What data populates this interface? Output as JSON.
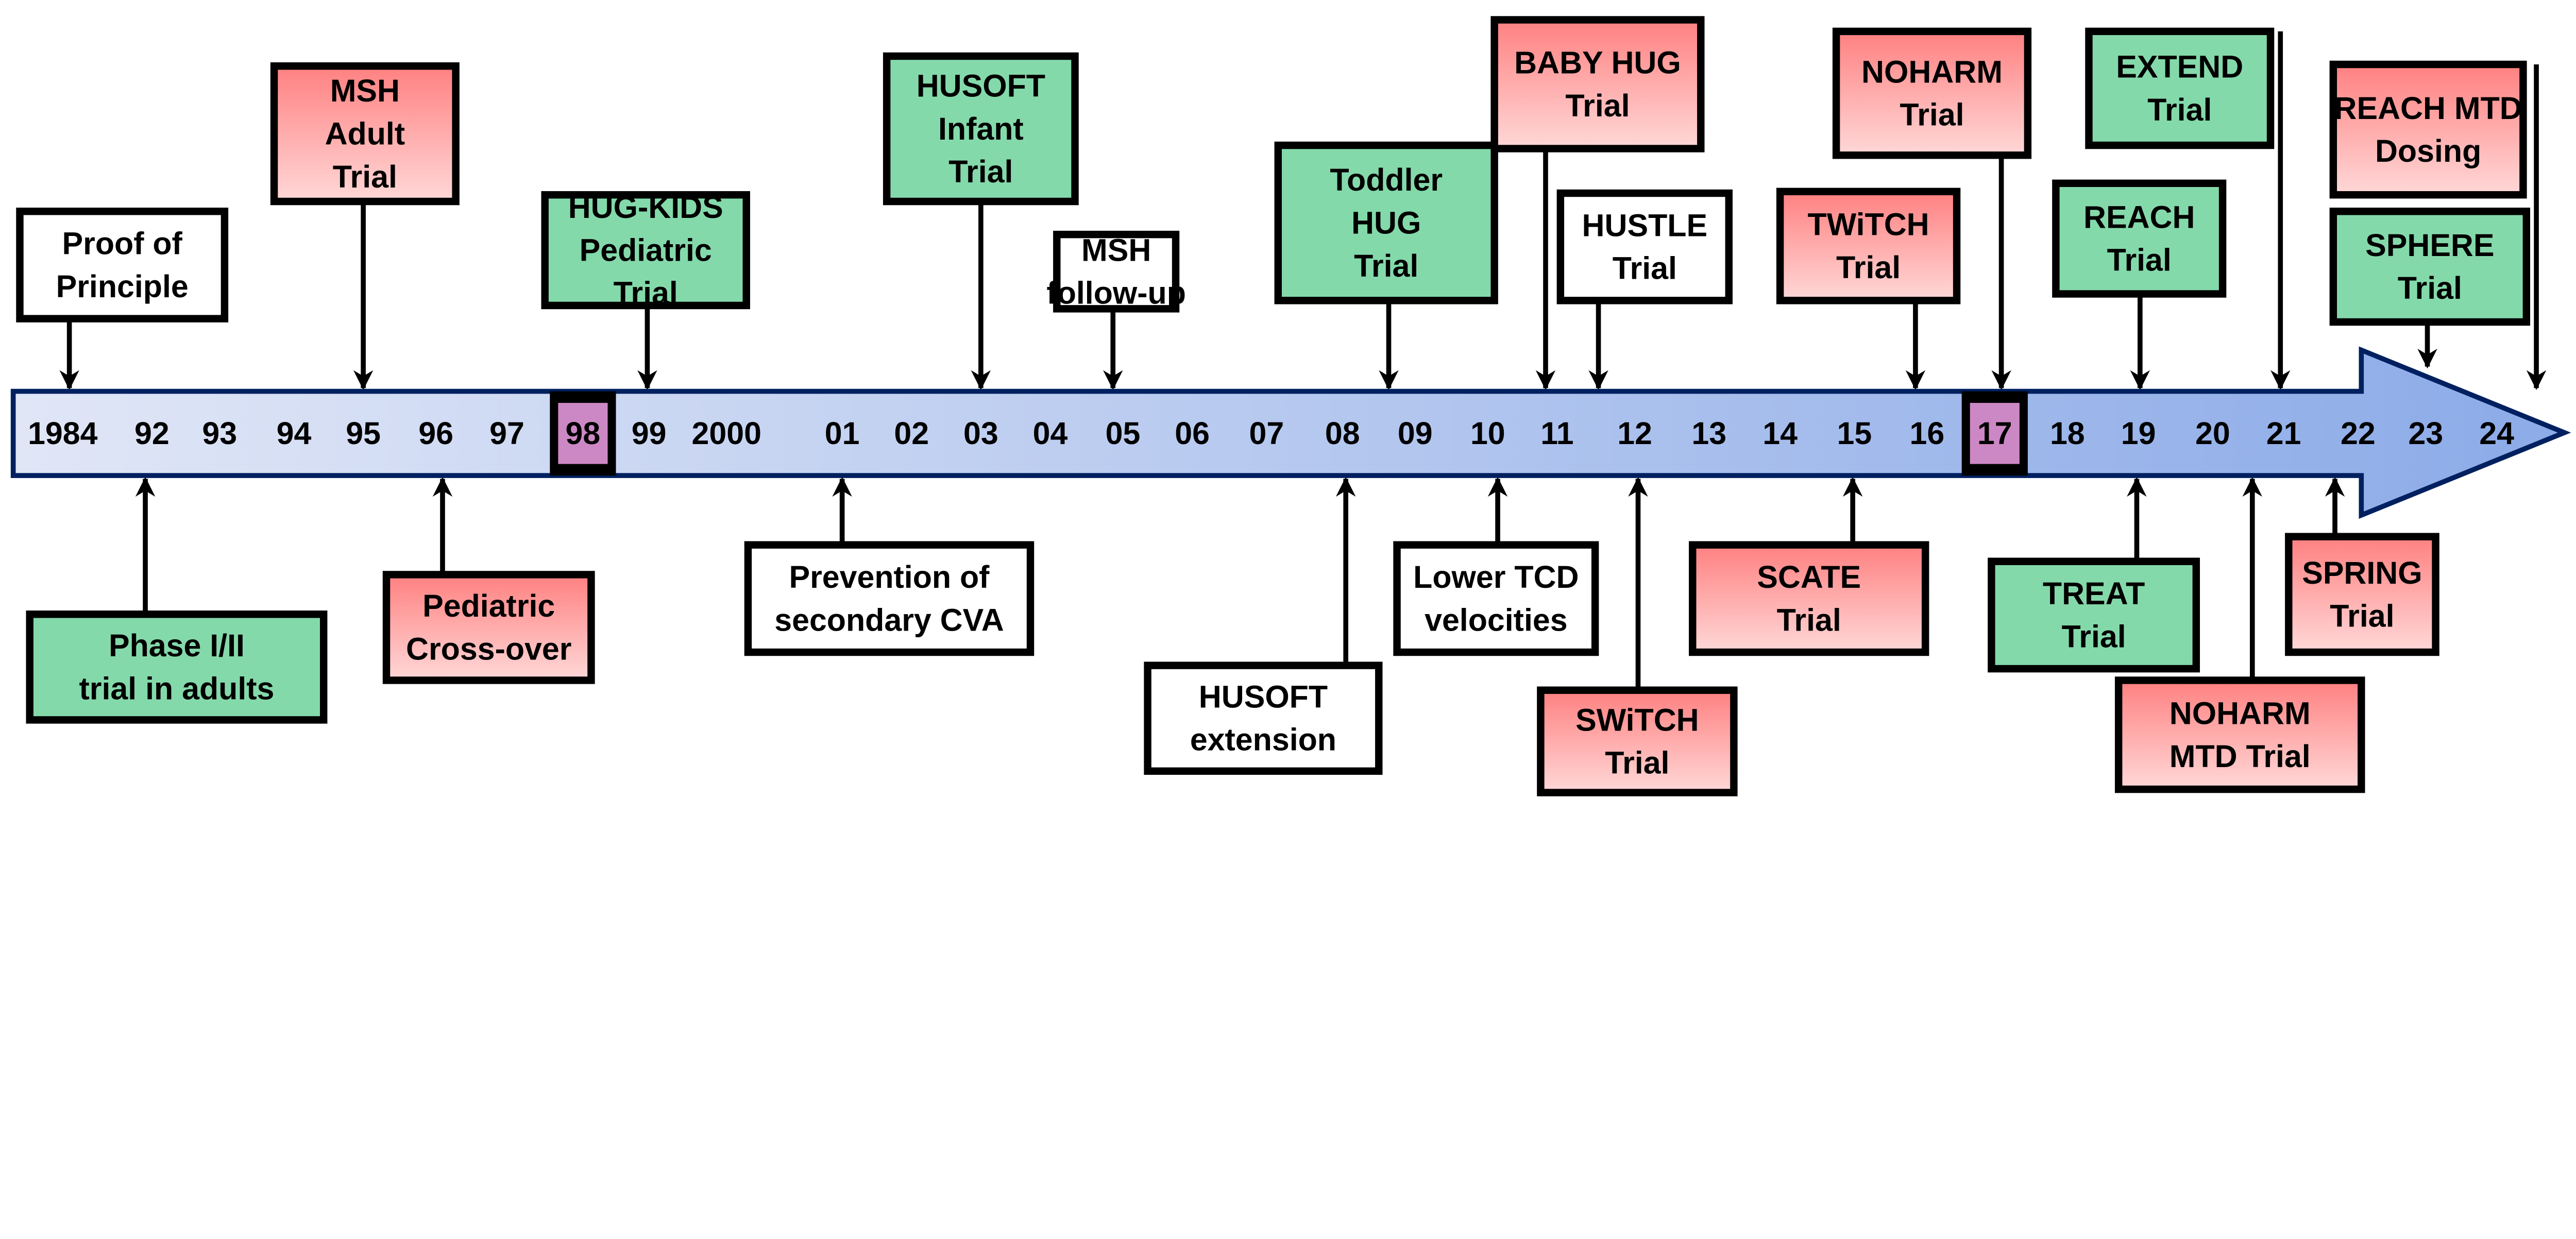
{
  "colors": {
    "green": "#84d9aa",
    "red_top": "#ff8080",
    "red_bottom": "#ffd8d8",
    "white": "#ffffff",
    "axis_start": "#e0e6f6",
    "axis_end": "#8cabe8",
    "axis_border": "#002060",
    "highlight": "#cc88c4",
    "highlight_text": "#6a0a4a"
  },
  "axis": {
    "years": [
      "1984",
      "92",
      "93",
      "94",
      "95",
      "96",
      "97",
      "98",
      "99",
      "2000",
      "01",
      "02",
      "03",
      "04",
      "05",
      "06",
      "07",
      "08",
      "09",
      "10",
      "11",
      "12",
      "13",
      "14",
      "15",
      "16",
      "17",
      "18",
      "19",
      "20",
      "21",
      "22",
      "23",
      "24"
    ],
    "highlighted": [
      "98",
      "17"
    ]
  },
  "events_above": [
    {
      "lines": [
        "Proof of",
        "Principle"
      ],
      "color": "white",
      "year": "1984"
    },
    {
      "lines": [
        "MSH",
        "Adult",
        "Trial"
      ],
      "color": "red",
      "year": "95"
    },
    {
      "lines": [
        "HUG-KIDS",
        "Pediatric",
        "Trial"
      ],
      "color": "green",
      "year": "99"
    },
    {
      "lines": [
        "HUSOFT",
        "Infant",
        "Trial"
      ],
      "color": "green",
      "year": "03"
    },
    {
      "lines": [
        "MSH",
        "follow-up"
      ],
      "color": "white",
      "year": "05"
    },
    {
      "lines": [
        "Toddler",
        "HUG",
        "Trial"
      ],
      "color": "green",
      "year": "08"
    },
    {
      "lines": [
        "BABY HUG",
        "Trial"
      ],
      "color": "red",
      "year": "11"
    },
    {
      "lines": [
        "HUSTLE",
        "Trial"
      ],
      "color": "white",
      "year": "11"
    },
    {
      "lines": [
        "TWiTCH",
        "Trial"
      ],
      "color": "red",
      "year": "16"
    },
    {
      "lines": [
        "NOHARM",
        "Trial"
      ],
      "color": "red",
      "year": "17"
    },
    {
      "lines": [
        "REACH",
        "Trial"
      ],
      "color": "green",
      "year": "19"
    },
    {
      "lines": [
        "EXTEND",
        "Trial"
      ],
      "color": "green",
      "year": "21"
    },
    {
      "lines": [
        "REACH MTD",
        "Dosing"
      ],
      "color": "red",
      "year": "24"
    },
    {
      "lines": [
        "SPHERE",
        "Trial"
      ],
      "color": "green",
      "year": "23"
    }
  ],
  "events_below": [
    {
      "lines": [
        "Phase I/II",
        "trial in adults"
      ],
      "color": "green",
      "year": "92"
    },
    {
      "lines": [
        "Pediatric",
        "Cross-over"
      ],
      "color": "red",
      "year": "96"
    },
    {
      "lines": [
        "Prevention of",
        "secondary CVA"
      ],
      "color": "white",
      "year": "01"
    },
    {
      "lines": [
        "HUSOFT",
        "extension"
      ],
      "color": "white",
      "year": "08"
    },
    {
      "lines": [
        "Lower TCD",
        "velocities"
      ],
      "color": "white",
      "year": "10"
    },
    {
      "lines": [
        "SWiTCH",
        "Trial"
      ],
      "color": "red",
      "year": "12"
    },
    {
      "lines": [
        "SCATE",
        "Trial"
      ],
      "color": "red",
      "year": "15"
    },
    {
      "lines": [
        "TREAT",
        "Trial"
      ],
      "color": "green",
      "year": "19"
    },
    {
      "lines": [
        "SPRING",
        "Trial"
      ],
      "color": "red",
      "year": "22"
    },
    {
      "lines": [
        "NOHARM",
        "MTD Trial"
      ],
      "color": "red",
      "year": "20"
    }
  ]
}
